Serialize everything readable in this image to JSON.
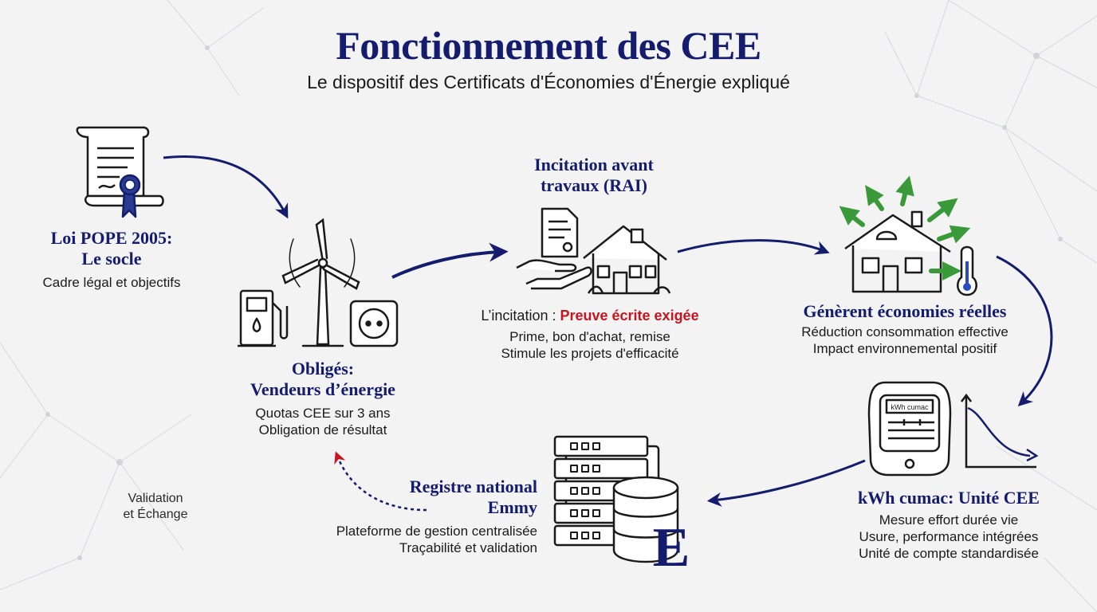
{
  "header": {
    "title": "Fonctionnement des CEE",
    "subtitle": "Le dispositif des Certificats d'Économies d'Énergie expliqué"
  },
  "nodes": {
    "loi": {
      "title_1": "Loi POPE 2005:",
      "title_2": "Le socle",
      "desc": "Cadre légal et objectifs"
    },
    "obliges": {
      "title_1": "Obligés:",
      "title_2": "Vendeurs d’énergie",
      "desc_1": "Quotas CEE sur 3 ans",
      "desc_2": "Obligation de résultat"
    },
    "incitation": {
      "title_1": "Incitation avant",
      "title_2": "travaux (RAI)",
      "lead": "L’incitation : ",
      "highlight": "Preuve écrite exigée",
      "desc_1": "Prime, bon d'achat, remise",
      "desc_2": "Stimule les projets d'efficacité"
    },
    "economies": {
      "title": "Génèrent économies réelles",
      "desc_1": "Réduction consommation effective",
      "desc_2": "Impact environnemental positif"
    },
    "kwh": {
      "title": "kWh cumac: Unité CEE",
      "desc_1": "Mesure effort durée vie",
      "desc_2": "Usure, performance intégrées",
      "desc_3": "Unité de compte standardisée",
      "meter_label": "kWh cumac"
    },
    "registre": {
      "title_1": "Registre national",
      "title_2": "Emmy",
      "desc_1": "Plateforme de gestion centralisée",
      "desc_2": "Traçabilité et validation",
      "logo_letter": "E"
    }
  },
  "side_label": {
    "line_1": "Validation",
    "line_2": "et Échange"
  },
  "colors": {
    "navy": "#141c6e",
    "red": "#c8141e",
    "green": "#3a9a3a",
    "ink": "#1a1a1a",
    "background": "#f3f3f4"
  },
  "icons": [
    "scroll-certificate-icon",
    "wind-turbine-icon",
    "fuel-pump-icon",
    "power-socket-icon",
    "document-hand-icon",
    "house-icon",
    "energy-house-icon",
    "thermometer-icon",
    "meter-icon",
    "decay-chart-icon",
    "server-database-icon"
  ]
}
